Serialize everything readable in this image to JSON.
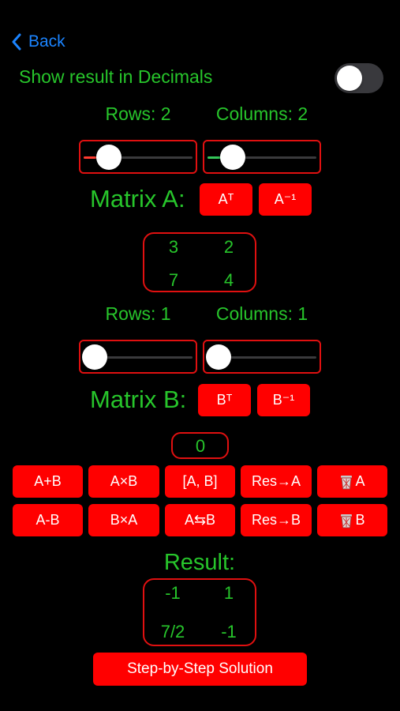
{
  "nav": {
    "back_label": "Back"
  },
  "settings": {
    "decimals_label": "Show result in Decimals",
    "decimals_on": false
  },
  "matrixA": {
    "rows_label": "Rows: 2",
    "cols_label": "Columns: 2",
    "rows_slider_value": 2,
    "cols_slider_value": 2,
    "title": "Matrix A:",
    "transpose_label": "Aᵀ",
    "inverse_label": "A⁻¹",
    "cells": [
      [
        "3",
        "2"
      ],
      [
        "7",
        "4"
      ]
    ]
  },
  "matrixB": {
    "rows_label": "Rows: 1",
    "cols_label": "Columns: 1",
    "rows_slider_value": 1,
    "cols_slider_value": 1,
    "title": "Matrix B:",
    "transpose_label": "Bᵀ",
    "inverse_label": "B⁻¹",
    "cells": [
      [
        "0"
      ]
    ]
  },
  "operations": {
    "row1": [
      "A+B",
      "A×B",
      "[A, B]",
      "Res→A",
      "A"
    ],
    "row2": [
      "A-B",
      "B×A",
      "A⇆B",
      "Res→B",
      "B"
    ]
  },
  "result": {
    "title": "Result:",
    "cells": [
      [
        "-1",
        "1"
      ],
      [
        "7/2",
        "-1"
      ]
    ]
  },
  "solution_button": "Step-by-Step Solution",
  "colors": {
    "accent_green": "#27c52b",
    "button_red": "#ff0000",
    "link_blue": "#1b84ff"
  }
}
